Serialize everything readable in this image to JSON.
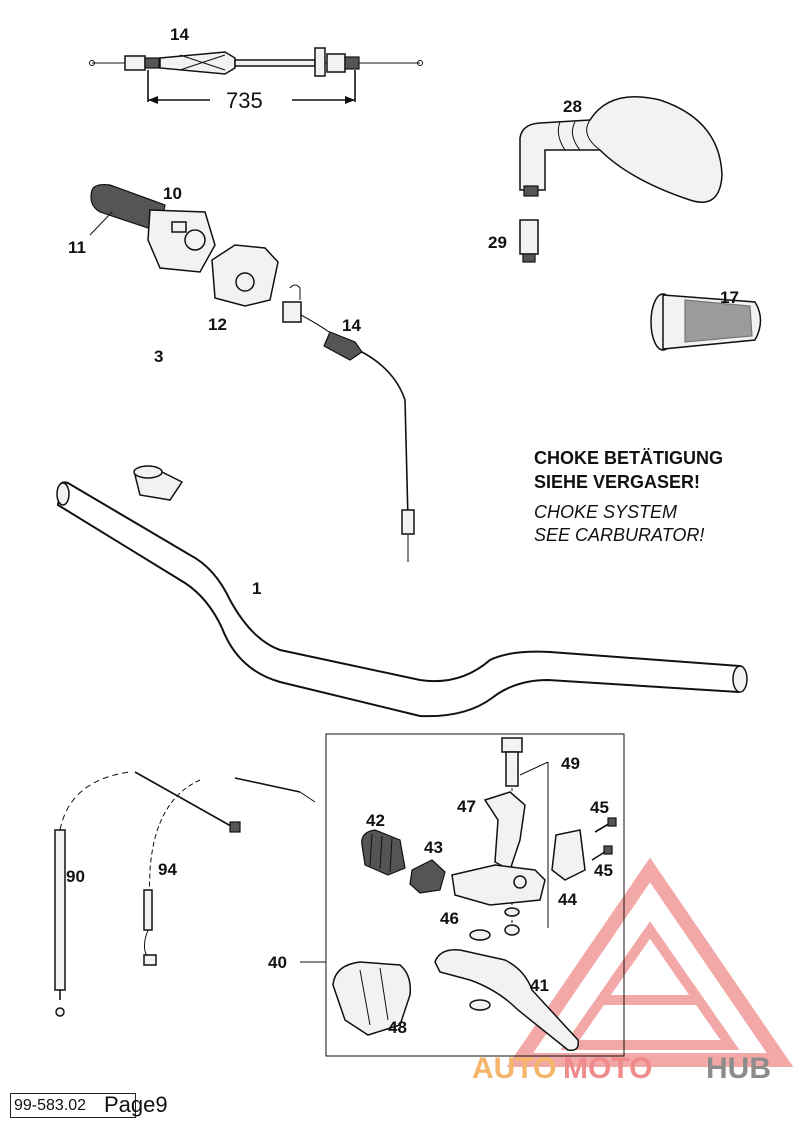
{
  "labels": {
    "p14a": "14",
    "p735": "735",
    "p28": "28",
    "p10": "10",
    "p11": "11",
    "p29": "29",
    "p12": "12",
    "p14b": "14",
    "p17": "17",
    "p3": "3",
    "p1": "1",
    "p49": "49",
    "p47": "47",
    "p45a": "45",
    "p42": "42",
    "p43": "43",
    "p45b": "45",
    "p90": "90",
    "p94": "94",
    "p46": "46",
    "p44": "44",
    "p40": "40",
    "p41": "41",
    "p48": "48"
  },
  "note": {
    "de_line1": "CHOKE BETÄTIGUNG",
    "de_line2": "SIEHE VERGASER!",
    "en_line1": "CHOKE SYSTEM",
    "en_line2": "SEE CARBURATOR!"
  },
  "watermark": {
    "part1": "AUTO",
    "part2": "MOTO",
    "part3": "HUB"
  },
  "footer": {
    "code": "99-583.02",
    "page": "Page9"
  },
  "colors": {
    "watermark_red": "#f08b8b",
    "watermark_orange": "#f5b56a",
    "watermark_gray": "#8c8c8c"
  }
}
